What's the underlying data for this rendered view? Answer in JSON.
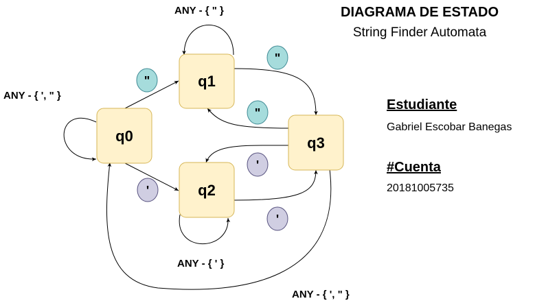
{
  "header": {
    "title": "DIAGRAMA DE ESTADO",
    "subtitle": "String Finder Automata"
  },
  "student": {
    "label": "Estudiante",
    "name": "Gabriel Escobar Banegas",
    "account_label": "#Cuenta",
    "account_number": "20181005735"
  },
  "states": [
    {
      "id": "q0",
      "label": "q0"
    },
    {
      "id": "q1",
      "label": "q1"
    },
    {
      "id": "q2",
      "label": "q2"
    },
    {
      "id": "q3",
      "label": "q3"
    }
  ],
  "transitions": [
    {
      "from": "q0",
      "to": "q0",
      "label": "ANY - { ', \" }"
    },
    {
      "from": "q1",
      "to": "q1",
      "label": "ANY - { \" }"
    },
    {
      "from": "q2",
      "to": "q2",
      "label": "ANY - { ' }"
    },
    {
      "from": "q3",
      "to": "q0",
      "label": "ANY - { ', \" }"
    },
    {
      "from": "q0",
      "to": "q1",
      "symbol": "\""
    },
    {
      "from": "q1",
      "to": "q3",
      "symbol": "\""
    },
    {
      "from": "q3",
      "to": "q1",
      "symbol": "\""
    },
    {
      "from": "q0",
      "to": "q2",
      "symbol": "'"
    },
    {
      "from": "q3",
      "to": "q2",
      "symbol": "'"
    },
    {
      "from": "q2",
      "to": "q3",
      "symbol": "'"
    }
  ],
  "colors": {
    "state_fill": "#fff2cc",
    "state_stroke": "#d6b656",
    "double_quote_token": "#a6dcdc",
    "single_quote_token": "#d0cee2"
  }
}
